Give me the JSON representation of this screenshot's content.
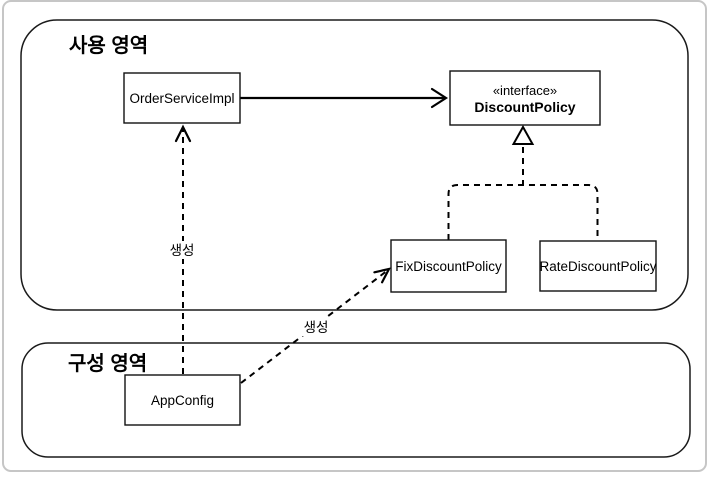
{
  "diagram": {
    "title": "Spring usage/configuration area class diagram",
    "colors": {
      "background": "#ffffff",
      "line": "#000000",
      "outer_frame": "#c6c6c6"
    },
    "regions": [
      {
        "label": "사용 영역"
      },
      {
        "label": "구성 영역"
      }
    ],
    "nodes": [
      {
        "label": "OrderServiceImpl"
      },
      {
        "stereotype": "«interface»",
        "label": "DiscountPolicy"
      },
      {
        "label": "FixDiscountPolicy"
      },
      {
        "label": "RateDiscountPolicy"
      },
      {
        "label": "AppConfig"
      }
    ],
    "edges": [
      {
        "from": "OrderServiceImpl",
        "to": "DiscountPolicy",
        "type": "dependency-solid-open-arrow",
        "label": ""
      },
      {
        "from": "FixDiscountPolicy",
        "to": "DiscountPolicy",
        "type": "realization-dashed-hollow-triangle",
        "label": ""
      },
      {
        "from": "RateDiscountPolicy",
        "to": "DiscountPolicy",
        "type": "realization-dashed-hollow-triangle",
        "label": ""
      },
      {
        "from": "AppConfig",
        "to": "OrderServiceImpl",
        "type": "create-dashed-open-arrow",
        "label": "생성"
      },
      {
        "from": "AppConfig",
        "to": "FixDiscountPolicy",
        "type": "create-dashed-open-arrow",
        "label": "생성"
      }
    ]
  }
}
